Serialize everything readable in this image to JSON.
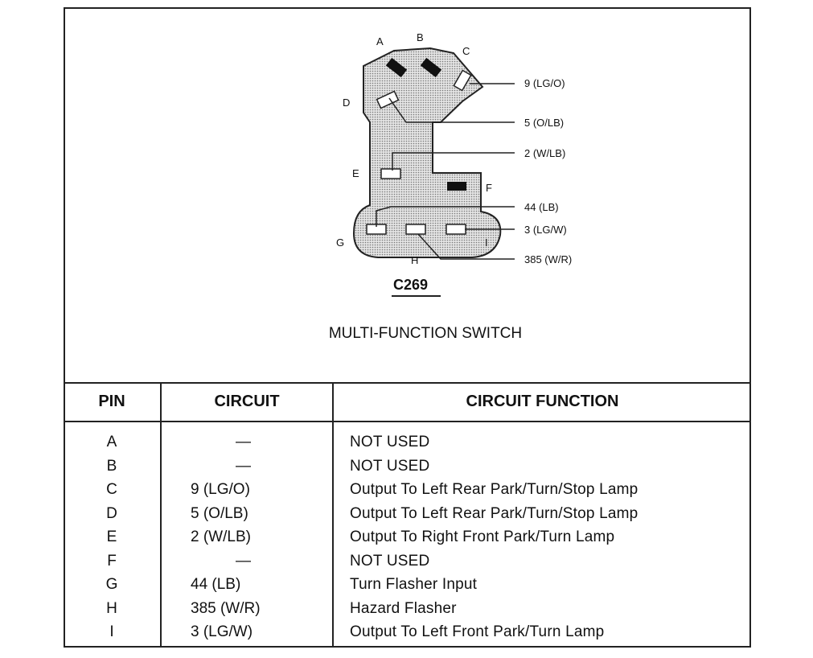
{
  "diagram": {
    "connector_name": "C269",
    "component_title": "MULTI-FUNCTION SWITCH",
    "pin_labels": [
      "A",
      "B",
      "C",
      "D",
      "E",
      "F",
      "G",
      "H",
      "I"
    ],
    "wire_labels": {
      "c": "9 (LG/O)",
      "d": "5 (O/LB)",
      "e": "2 (W/LB)",
      "g": "44 (LB)",
      "i": "3 (LG/W)",
      "h": "385 (W/R)"
    }
  },
  "table": {
    "headers": {
      "pin": "PIN",
      "circuit": "CIRCUIT",
      "function": "CIRCUIT FUNCTION"
    },
    "rows": [
      {
        "pin": "A",
        "circuit": "—",
        "function": "NOT USED"
      },
      {
        "pin": "B",
        "circuit": "—",
        "function": "NOT USED"
      },
      {
        "pin": "C",
        "circuit": "9 (LG/O)",
        "function": "Output To Left Rear Park/Turn/Stop Lamp"
      },
      {
        "pin": "D",
        "circuit": "5 (O/LB)",
        "function": "Output To Left Rear Park/Turn/Stop Lamp"
      },
      {
        "pin": "E",
        "circuit": "2 (W/LB)",
        "function": "Output To Right Front Park/Turn Lamp"
      },
      {
        "pin": "F",
        "circuit": "—",
        "function": "NOT USED"
      },
      {
        "pin": "G",
        "circuit": "44 (LB)",
        "function": "Turn Flasher Input"
      },
      {
        "pin": "H",
        "circuit": "385 (W/R)",
        "function": "Hazard Flasher"
      },
      {
        "pin": "I",
        "circuit": "3 (LG/W)",
        "function": "Output To Left Front Park/Turn Lamp"
      }
    ]
  }
}
